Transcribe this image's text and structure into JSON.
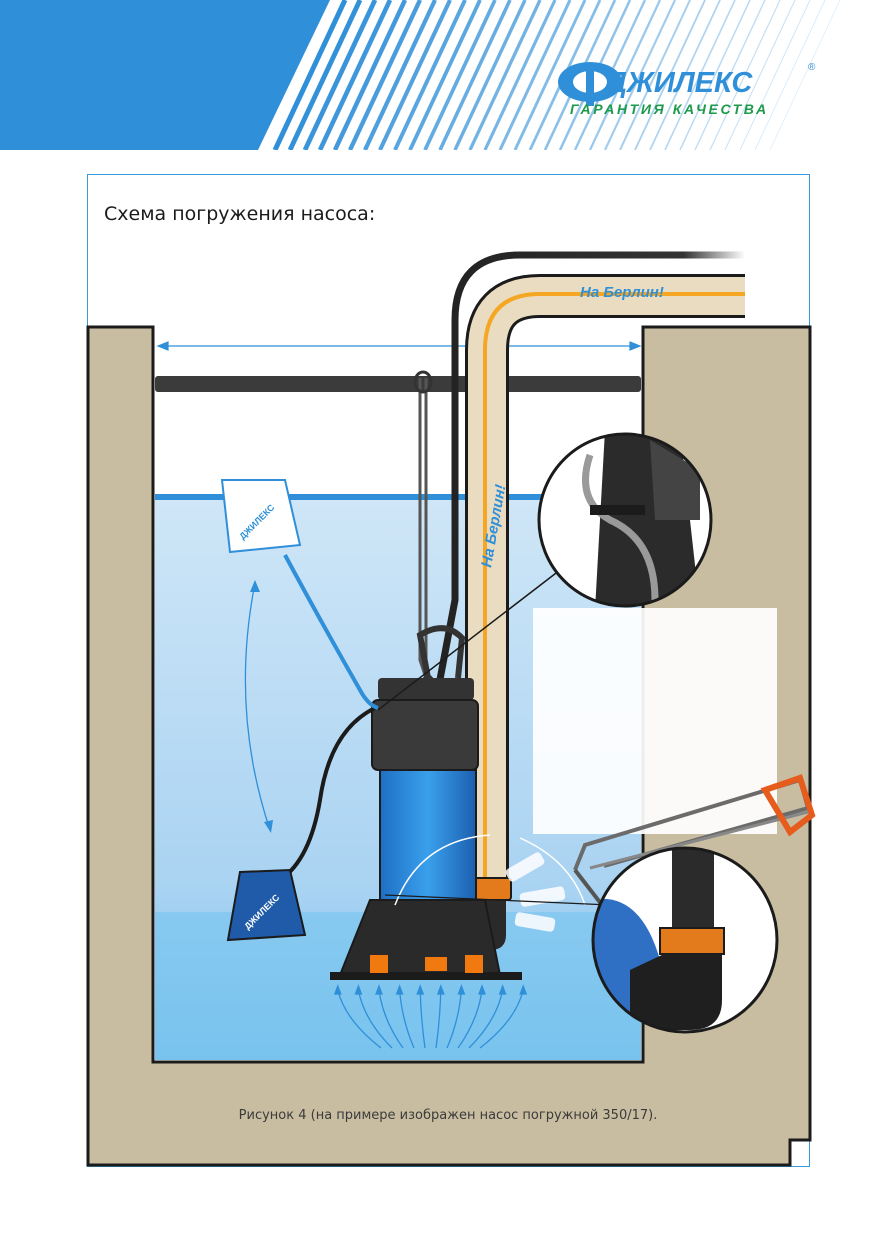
{
  "brand": {
    "name": "ДЖИЛЕКС",
    "registered": "®",
    "slogan": "ГАРАНТИЯ КАЧЕСТВА"
  },
  "figure": {
    "title": "Схема погружения насоса:",
    "caption": "Рисунок 4 (на примере изображен насос погружной 350/17).",
    "hose_print": "На Берлин!",
    "float_logo": "ДЖИЛЕКС"
  },
  "colors": {
    "accent_blue": "#2f8fd8",
    "water_top": "#bcdcf4",
    "water_bottom": "#7fc4ee",
    "earth": "#c9bda1",
    "hose": "#e9dcc0",
    "hose_stripe": "#f5a623",
    "logo_green": "#1d9a4b"
  }
}
